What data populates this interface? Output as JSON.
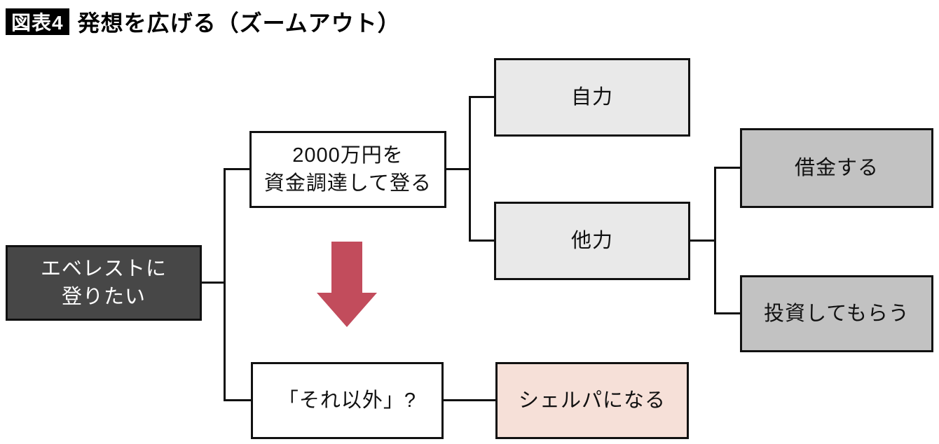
{
  "title": {
    "badge": "図表4",
    "text": "発想を広げる（ズームアウト）"
  },
  "colors": {
    "dark_node_bg": "#474747",
    "dark_node_text": "#ffffff",
    "white_node_bg": "#ffffff",
    "light_gray_node_bg": "#e9e9e9",
    "mid_gray_node_bg": "#c2c2c2",
    "pink_node_bg": "#f6e0d8",
    "arrow_red": "#c24c5c",
    "line_black": "#111111"
  },
  "nodes": {
    "everest": {
      "lines": [
        "エベレストに",
        "登りたい"
      ]
    },
    "funding": {
      "lines": [
        "2000万円を",
        "資金調達して登る"
      ]
    },
    "self": {
      "label": "自力"
    },
    "others": {
      "label": "他力"
    },
    "borrow": {
      "label": "借金する"
    },
    "invest": {
      "label": "投資してもらう"
    },
    "otherwise": {
      "label": "「それ以外」?"
    },
    "sherpa": {
      "label": "シェルパになる"
    }
  },
  "icons": {
    "down_arrow": "red-down-arrow"
  }
}
